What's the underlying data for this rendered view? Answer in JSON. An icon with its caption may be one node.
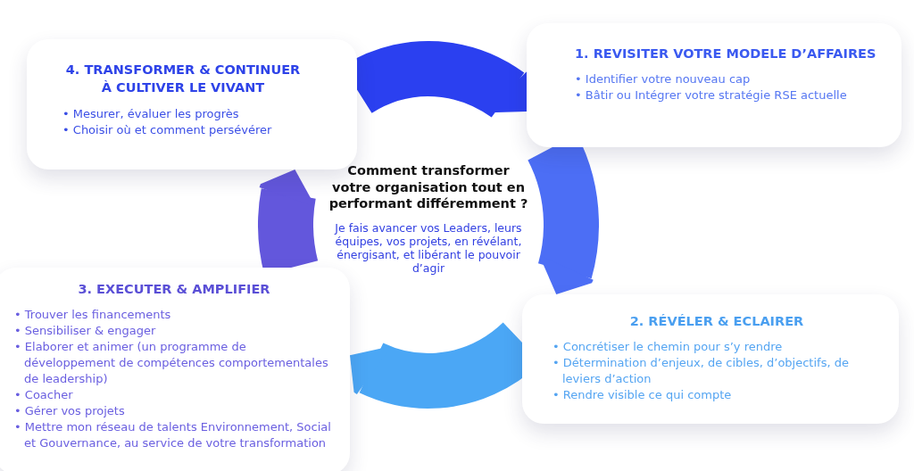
{
  "diagram": {
    "nodes": [
      {
        "text": [
          "1. REVISITER VOTRE MODELE D’AFFAIRES",
          "• Identifier votre nouveau cap",
          "• Bâtir ou Intégrer votre stratégie RSE actuelle"
        ]
      },
      {
        "text": [
          "2. RÉVÉLER & ECLAIRER",
          "• Concrétiser le chemin pour s’y rendre",
          "• Détermination d’enjeux, de cibles, d’objectifs, de leviers d’action",
          "• Rendre visible ce qui compte"
        ]
      },
      {
        "text": [
          "3. EXECUTER & AMPLIFIER",
          "• Trouver les financements",
          "• Sensibiliser & engager",
          "• Elaborer et animer (un programme de développement de compétences comportementales de leadership)",
          "• Coacher",
          "• Gérer vos projets",
          "• Mettre mon réseau de talents Environnement, Social et Gouvernance, au service de votre transformation"
        ]
      },
      {
        "text": [
          "4. TRANSFORMER & CONTINUER À CULTIVER LE VIVANT",
          "• Mesurer, évaluer les progrès",
          "• Choisir où et comment persévérer"
        ]
      }
    ],
    "edges": [
      {
        "from": 0,
        "to": 1,
        "arrow": "to"
      },
      {
        "from": 1,
        "to": 2,
        "arrow": "to"
      },
      {
        "from": 2,
        "to": 3,
        "arrow": "to"
      },
      {
        "from": 3,
        "to": 0,
        "arrow": "to"
      }
    ],
    "labels": [
      "Comment transformer votre organisation tout en performant différemment ?",
      "Je fais avancer vos Leaders, leurs équipes, vos projets, en révélant, énergisant, et libérant le pouvoir d’agir"
    ]
  }
}
